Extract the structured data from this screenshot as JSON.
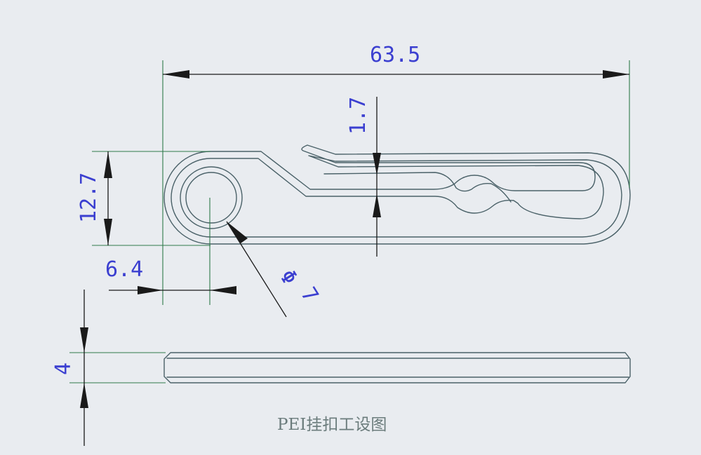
{
  "drawing": {
    "caption": "PEI挂扣工设图",
    "colors": {
      "background": "#e9ecf0",
      "part_outline": "#4a6168",
      "extension_lines": "#2f7a4a",
      "dimension_lines": "#1a1a1a",
      "dimension_text": "#3b3fd0",
      "caption_text": "#6b7c7c"
    },
    "dimensions": {
      "overall_length": "63.5",
      "slot_gap": "1.7",
      "height": "12.7",
      "hole_offset": "6.4",
      "hole_diameter_symbol": "Φ",
      "hole_diameter_value": "7",
      "thickness": "4"
    }
  }
}
